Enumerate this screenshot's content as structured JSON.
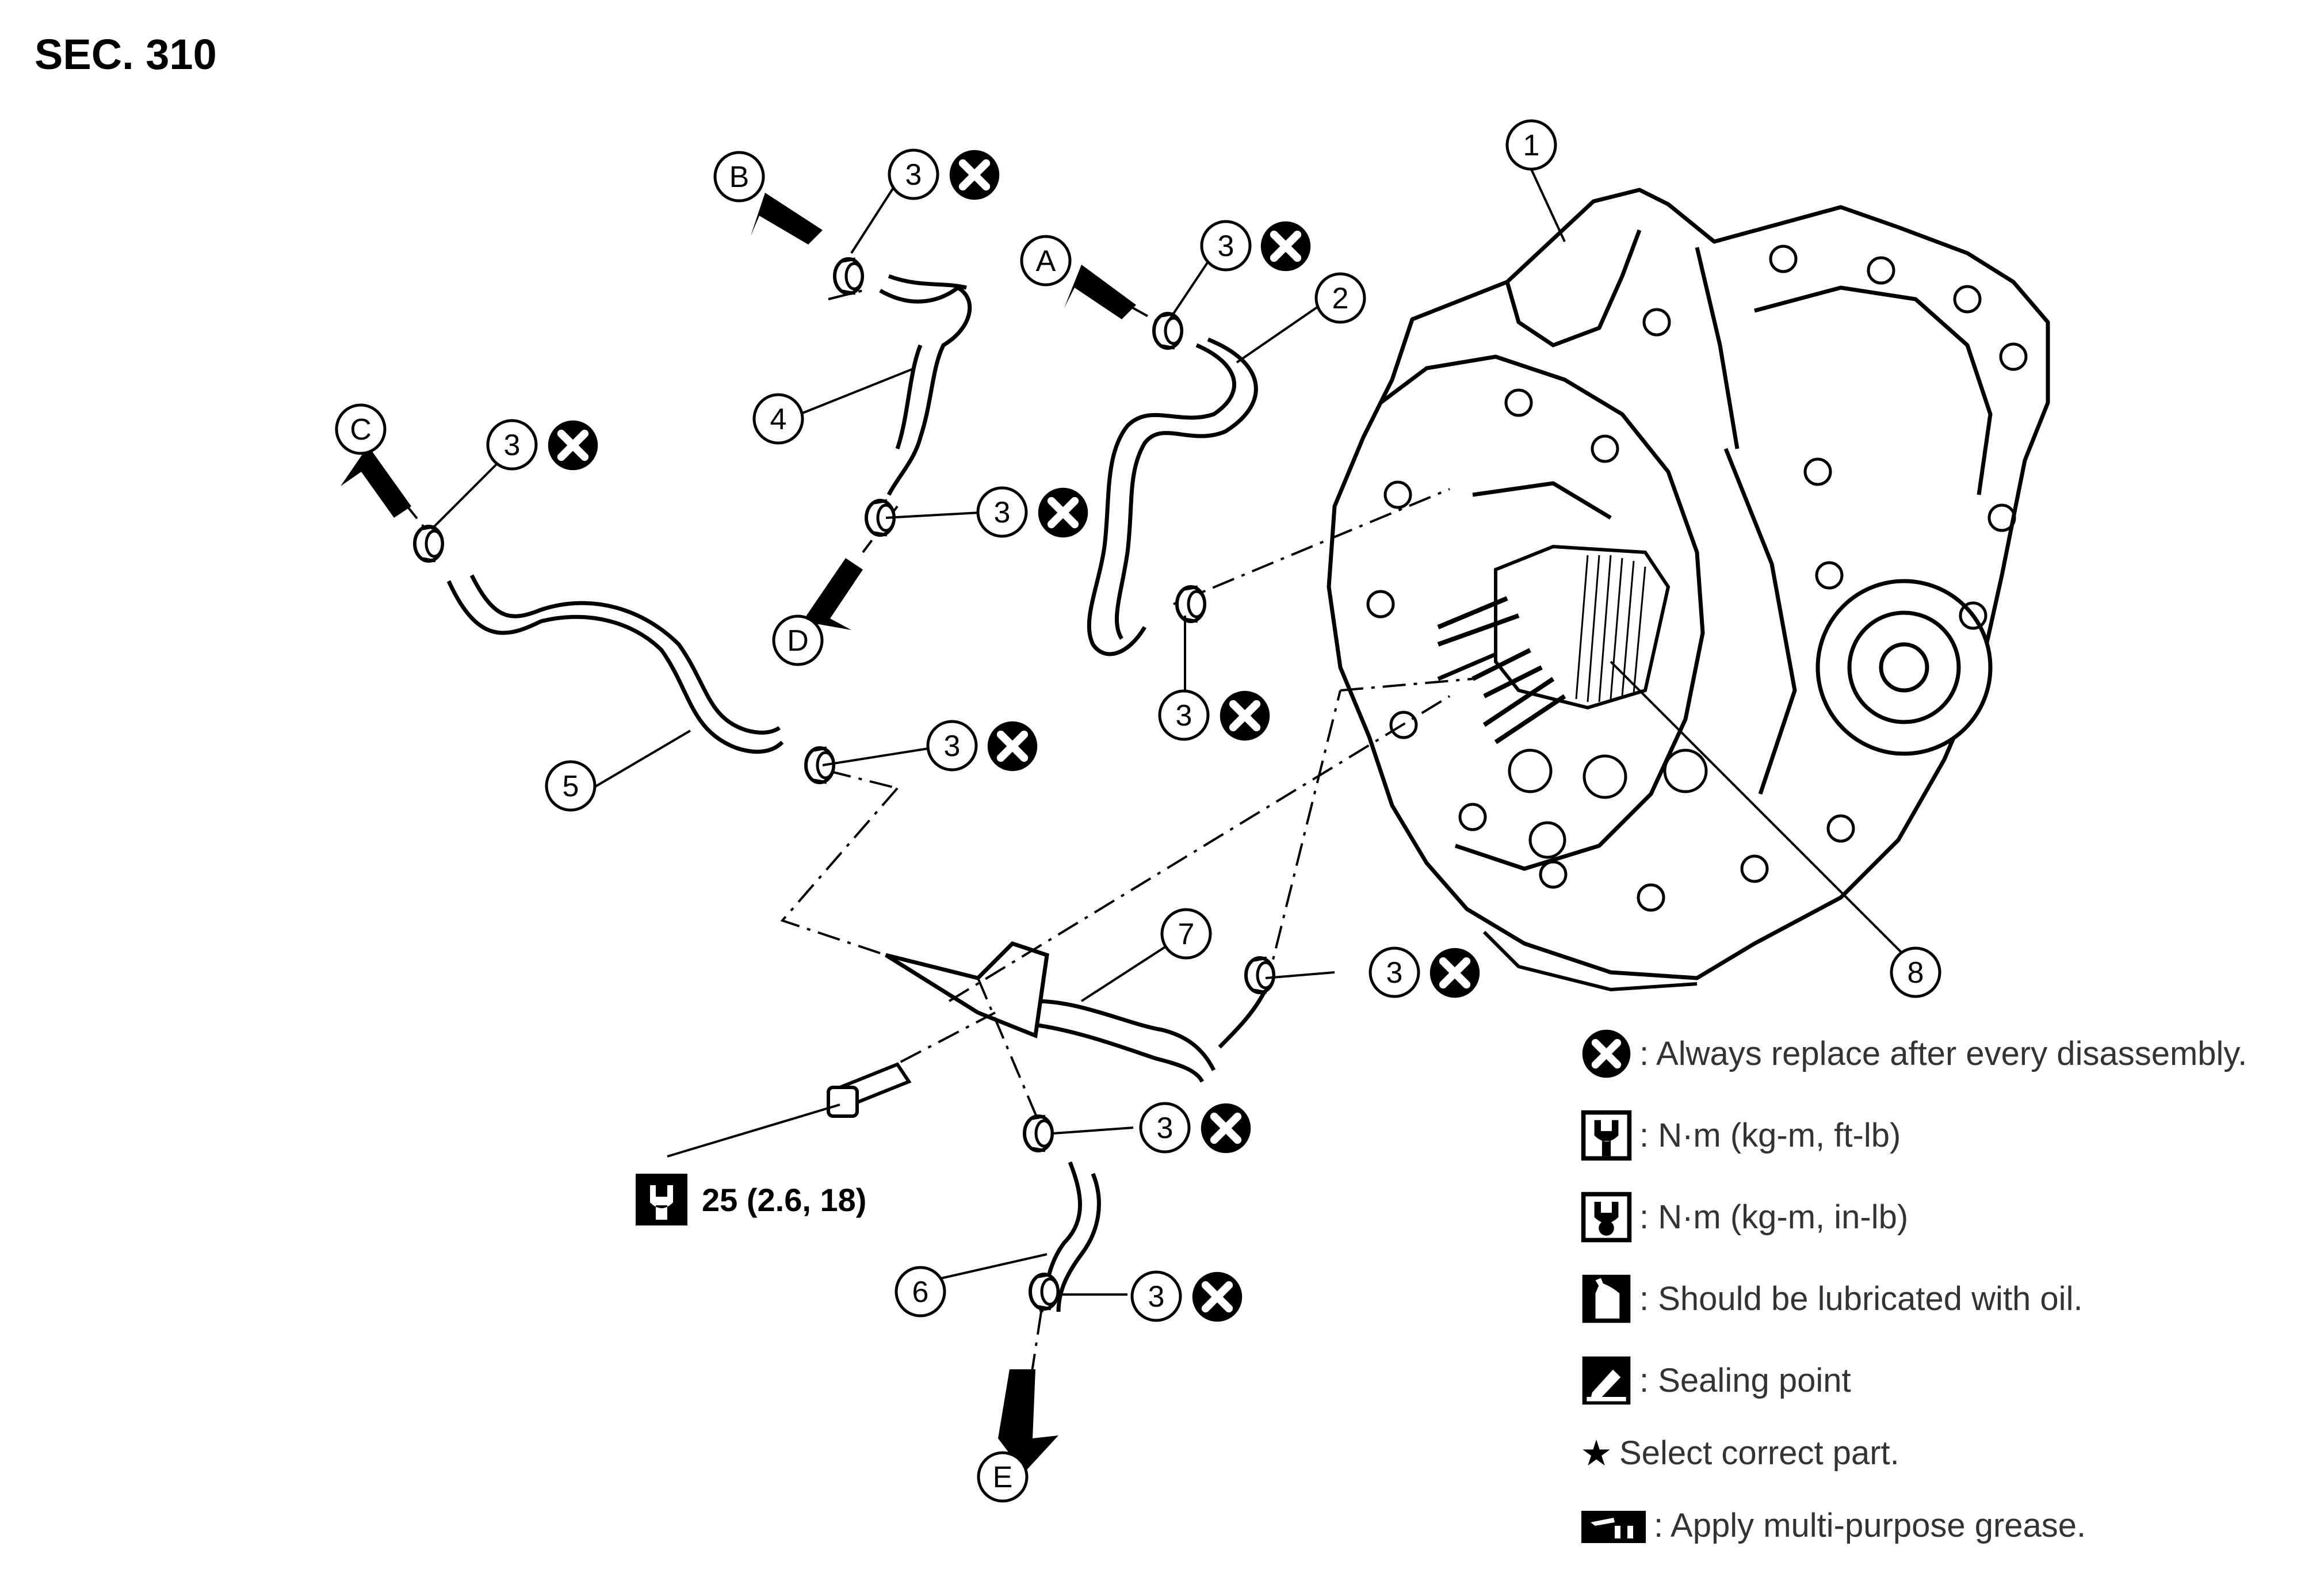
{
  "header": {
    "section": "SEC. 310"
  },
  "callouts": {
    "c1": "1",
    "c2": "2",
    "c3": "3",
    "c4": "4",
    "c5": "5",
    "c6": "6",
    "c7": "7",
    "c8": "8"
  },
  "arrows": {
    "a": "A",
    "b": "B",
    "c": "C",
    "d": "D",
    "e": "E"
  },
  "torque": {
    "value": "25 (2.6, 18)"
  },
  "legend": {
    "replace": ": Always replace after every disassembly.",
    "nm_ftlb": ": N·m (kg-m, ft-lb)",
    "nm_inlb": ": N·m (kg-m, in-lb)",
    "oil": ": Should be lubricated with oil.",
    "sealing": ": Sealing point",
    "select": "Select correct part.",
    "select_mark": "★",
    "grease": ": Apply multi-purpose grease."
  },
  "colors": {
    "ink": "#000000",
    "paper": "#ffffff",
    "legend_text": "#333333"
  },
  "icons": [
    "replace-x-icon",
    "torque-wrench-icon",
    "torque-wrench-inlb-icon",
    "oil-can-icon",
    "sealant-icon",
    "grease-icon",
    "flow-arrow-icon"
  ]
}
